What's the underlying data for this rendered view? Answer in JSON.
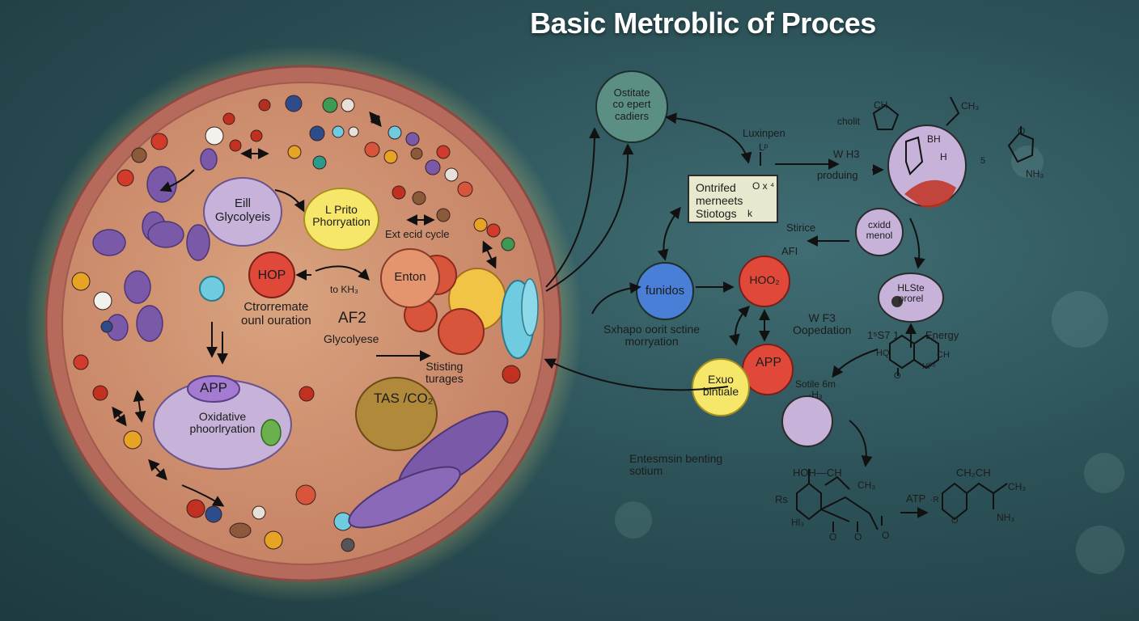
{
  "title": "Basic Metroblic of Proces",
  "cell": {
    "eill_glycolysis": [
      "Eill",
      "Glycolyeis"
    ],
    "l_prito": [
      "L Prito",
      "Phorryation"
    ],
    "ext_cycle": "Ext ecid cycle",
    "hop": "HOP",
    "to_kh": "to KH₃",
    "enton": "Enton",
    "ctrorem": [
      "Ctrorremate",
      "ounl ouration"
    ],
    "af2": "AF2",
    "glycolyese": "Glycolyese",
    "stisting": [
      "Stisting",
      "turages"
    ],
    "app": "APP",
    "oxidative": [
      "Oxidative",
      "phoorlryation"
    ],
    "tas": "TAS /CO₂"
  },
  "right": {
    "ostitate": [
      "Ostitate",
      "co epert",
      "cadiers"
    ],
    "luxinpen": "Luxinpen",
    "l_p": "Lᵖ",
    "ontrifed": [
      "Ontrifed",
      "merneets",
      "Stiotogs"
    ],
    "ox_a": "O x ⁴",
    "k": "k",
    "wh3": "W H3",
    "produing": "produing",
    "cholit": "cholit",
    "ch_small": "CH",
    "ch3_top": "CH₃",
    "bh": "BH",
    "h": "H",
    "five": "5",
    "o_ring": "O",
    "nh3_ring": "NH₃",
    "stirice": "Stirice",
    "afi": "AFI",
    "cxidd": [
      "cxidd",
      "menol"
    ],
    "funidos": "funidos",
    "hoo2": "HOO₂",
    "hlste": [
      "HLSte",
      "prorel"
    ],
    "sxhapo": [
      "Sxhapo oorit sctine",
      "morryation"
    ],
    "wf3": [
      "W F3",
      "Oopedation"
    ],
    "num": "1⁵S7 1",
    "energy": "Energy",
    "hq": "HQ",
    "ch_right": "CH",
    "his": "Hlᵏˢ",
    "o_bottom": "O",
    "app2": "APP",
    "exuo": [
      "Exuo",
      "bintiale"
    ],
    "sotile": [
      "Sotile 6m",
      "·H₃"
    ],
    "entesmsin": [
      "Entesmsin benting",
      "sotium"
    ],
    "hoh_ch": "HOH—CH",
    "rs": "Rs",
    "ch3_a": "CH₃",
    "h3": "Hl₃",
    "o1": "O",
    "o2": "O",
    "o3": "O",
    "atp": "ATP",
    "r_small": "·R",
    "ch2ch": "CH₂CH",
    "ch3_b": "CH₃",
    "nh3_b": "NH₃",
    "o_b": "O"
  }
}
